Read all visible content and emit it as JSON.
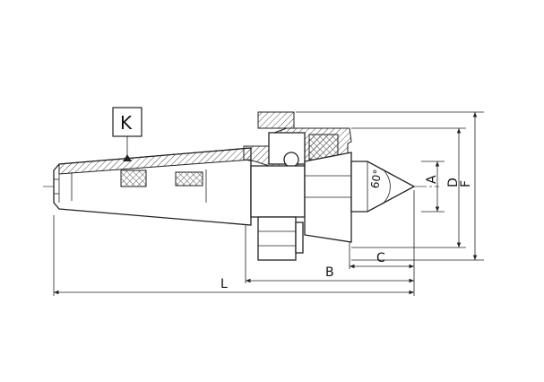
{
  "diagram": {
    "datum_label": "K",
    "angle_label": "60°",
    "dimensions": {
      "A": "A",
      "B": "B",
      "C": "C",
      "D": "D",
      "F": "F",
      "L": "L"
    }
  }
}
